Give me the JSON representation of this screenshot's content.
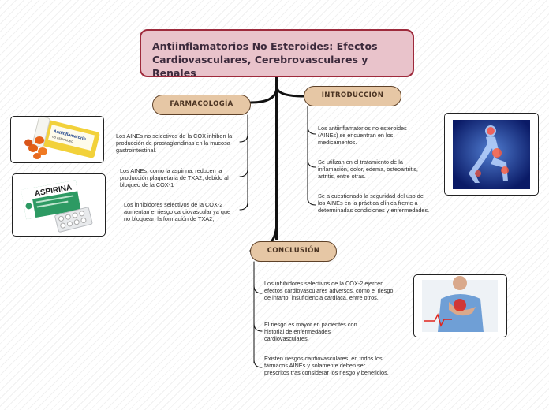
{
  "title": "Antiinflamatorios No Esteroides: Efectos Cardiovasculares, Cerebrovasculares y Renales",
  "branches": {
    "farmacologia": {
      "label": "FARMACOLOGÍA",
      "items": [
        "Los AINEs no selectivos de la COX inhiben la producción de prostaglandinas en la mucosa gastrointestinal.",
        "Los AINEs, como la aspirina, reducen la producción plaquetaria de TXA2, debido al bloqueo de la COX-1",
        "Los inhibidores selectivos de la COX-2 aumentan el riesgo cardiovascular ya que no bloquean la formación de TXA2,"
      ]
    },
    "introduccion": {
      "label": "INTRODUCCIÓN",
      "items": [
        "Los antiinflamatorios no esteroides (AINEs) se encuentran en los medicamentos.",
        "Se utilizan en el tratamiento de la inflamación, dolor, edema, osteoartritis, artritis, entre otras.",
        "Se a cuestionado la seguridad del uso de los AINEs en la práctica clínica frente a determinadas condiciones y enfermedades."
      ]
    },
    "conclusion": {
      "label": "CONCLUSIÓN",
      "items": [
        "Los inhibidores selectivos de la COX-2 ejercen efectos cardiovasculares adversos, como el riesgo de infarto, insuficiencia cardiaca, entre otros.",
        "El riesgo es mayor en pacientes con historial de enfermedades cardiovasculares.",
        "Existen riesgos cardiovasculares, en todos los fármacos AINEs y solamente deben ser prescritos tras considerar los riesgo y beneficios."
      ]
    }
  },
  "images": {
    "pill_bottle": {
      "label_line1": "Antiinflamatorio",
      "label_line2": "no esteroideo"
    },
    "aspirin_box": {
      "brand": "ASPIRINA"
    }
  },
  "colors": {
    "title_fill": "#e9c3cb",
    "title_border": "#9e2a3c",
    "branch_fill": "#e6c7a5",
    "branch_border": "#5e4128",
    "connector": "#111111"
  }
}
